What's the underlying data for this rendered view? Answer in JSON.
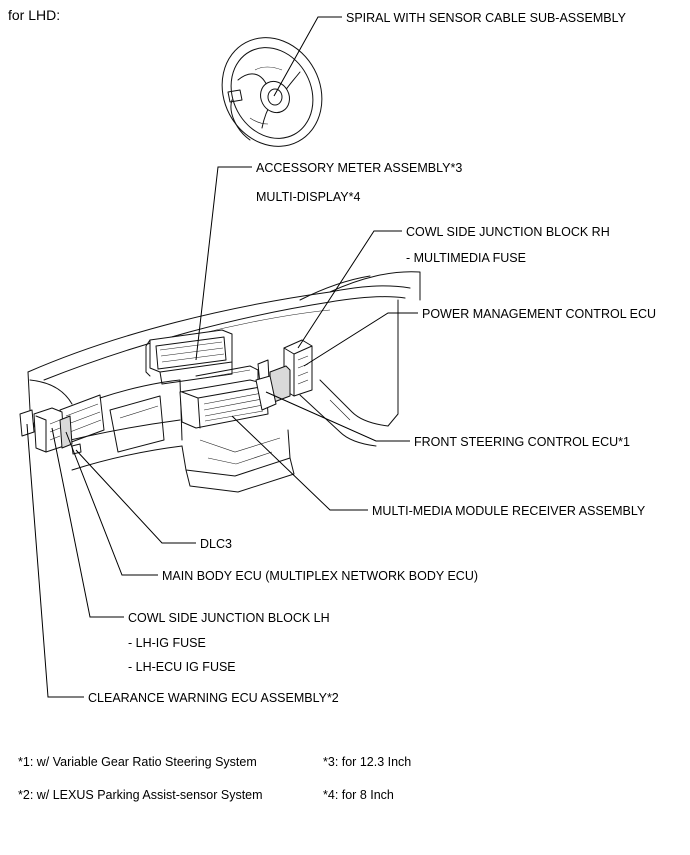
{
  "heading": "for LHD:",
  "labels": {
    "spiral": "SPIRAL WITH SENSOR CABLE SUB-ASSEMBLY",
    "accessory_meter": "ACCESSORY METER ASSEMBLY*3",
    "multi_display": "MULTI-DISPLAY*4",
    "cowl_rh": "COWL SIDE JUNCTION BLOCK RH",
    "multimedia_fuse": "- MULTIMEDIA FUSE",
    "power_mgmt": "POWER MANAGEMENT CONTROL ECU",
    "front_steering": "FRONT STEERING CONTROL ECU*1",
    "multimedia_receiver": "MULTI-MEDIA MODULE RECEIVER ASSEMBLY",
    "dlc3": "DLC3",
    "main_body": "MAIN BODY ECU (MULTIPLEX NETWORK BODY ECU)",
    "cowl_lh": "COWL SIDE JUNCTION BLOCK LH",
    "lh_ig_fuse": "- LH-IG FUSE",
    "lh_ecu_ig_fuse": "- LH-ECU IG FUSE",
    "clearance": "CLEARANCE WARNING ECU ASSEMBLY*2"
  },
  "footnotes": {
    "n1": "*1: w/ Variable Gear Ratio Steering System",
    "n2": "*2: w/ LEXUS Parking Assist-sensor System",
    "n3": "*3: for 12.3 Inch",
    "n4": "*4: for 8 Inch"
  }
}
